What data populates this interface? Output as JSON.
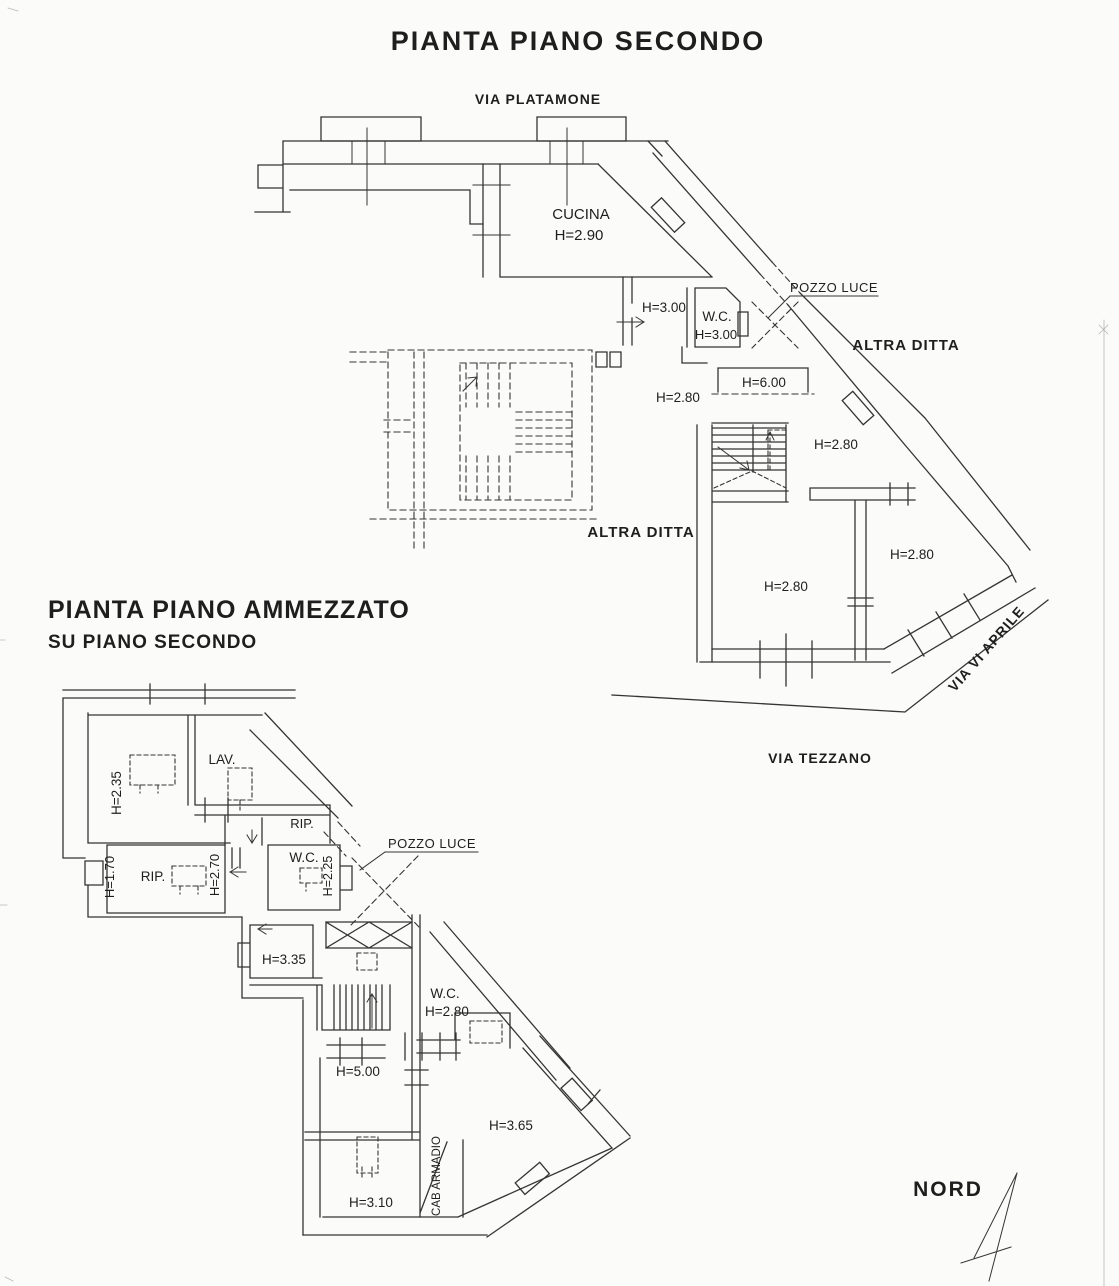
{
  "colors": {
    "paper": "#fbfbf9",
    "line": "#343434",
    "text": "#1e1e1e"
  },
  "upper_plan": {
    "title": "PIANTA PIANO SECONDO",
    "streets": {
      "top": "VIA PLATAMONE",
      "diagonal": "VIA VI APRILE",
      "bottom": "VIA TEZZANO"
    },
    "labels": {
      "cucina": "CUCINA",
      "cucina_h": "H=2.90",
      "h300_corridor": "H=3.00",
      "wc": "W.C.",
      "wc_h": "H=3.00",
      "pozzo_luce": "POZZO LUCE",
      "altra_ditta_right": "ALTRA DITTA",
      "h600": "H=6.00",
      "h280_hall": "H=2.80",
      "h280_stair": "H=2.80",
      "altra_ditta_center": "ALTRA DITTA",
      "h280_room_center": "H=2.80",
      "h280_room_right": "H=2.80"
    }
  },
  "mezzanine_plan": {
    "title_line1": "PIANTA PIANO AMMEZZATO",
    "title_line2": "SU PIANO SECONDO",
    "labels": {
      "lav": "LAV.",
      "h235": "H=2.35",
      "rip_upper": "RIP.",
      "h170": "H=1.70",
      "rip": "RIP.",
      "h270": "H=2.70",
      "wc": "W.C.",
      "h225": "H=2.25",
      "pozzo_luce": "POZZO LUCE",
      "h335": "H=3.35",
      "wc2": "W.C.",
      "wc2_h": "H=2.80",
      "h500": "H=5.00",
      "h365": "H=3.65",
      "cab_armadio": "CAB ARMADIO",
      "h310": "H=3.10"
    }
  },
  "compass": {
    "label": "NORD"
  }
}
